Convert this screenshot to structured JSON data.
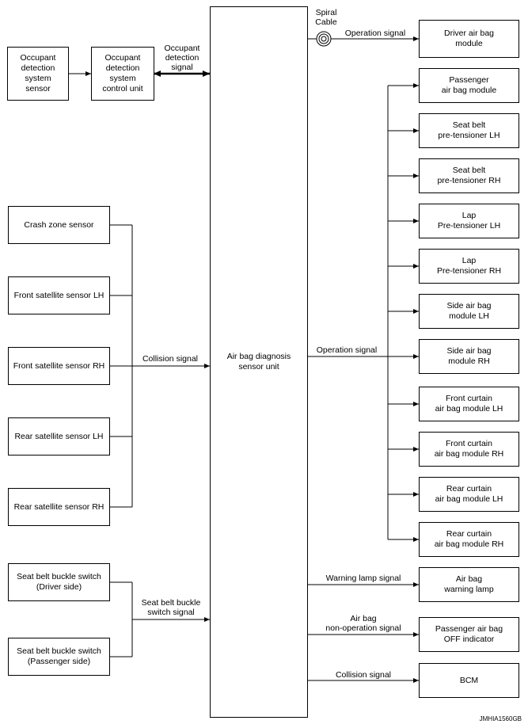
{
  "diagram": {
    "central_unit": "Air bag diagnosis\nsensor unit",
    "left_top": {
      "sensor": "Occupant\ndetection\nsystem\nsensor",
      "control_unit": "Occupant\ndetection\nsystem\ncontrol unit",
      "link_label": "Occupant\ndetection\nsignal"
    },
    "crash_sensors": [
      "Crash zone sensor",
      "Front satellite sensor LH",
      "Front satellite sensor RH",
      "Rear satellite sensor LH",
      "Rear satellite sensor RH"
    ],
    "collision_in_label": "Collision signal",
    "buckle_switches": [
      "Seat belt buckle switch\n(Driver side)",
      "Seat belt buckle switch\n(Passenger side)"
    ],
    "buckle_label": "Seat belt buckle\nswitch signal",
    "spiral_cable_label": "Spiral\nCable",
    "driver_signal_label": "Operation signal",
    "driver_airbag": "Driver air bag\nmodule",
    "operation_label": "Operation signal",
    "outputs": [
      "Passenger\nair bag module",
      "Seat belt\npre-tensioner LH",
      "Seat belt\npre-tensioner RH",
      "Lap\nPre-tensioner LH",
      "Lap\nPre-tensioner RH",
      "Side air bag\nmodule LH",
      "Side air bag\nmodule RH",
      "Front curtain\nair bag module LH",
      "Front curtain\nair bag module RH",
      "Rear curtain\nair bag module LH",
      "Rear curtain\nair bag module RH"
    ],
    "warning_label": "Warning lamp signal",
    "warning_lamp": "Air bag\nwarning lamp",
    "nonop_label": "Air bag\nnon-operation signal",
    "pass_off": "Passenger air bag\nOFF indicator",
    "bcm_label": "Collision signal",
    "bcm": "BCM",
    "figure_id": "JMHIA1560GB"
  }
}
